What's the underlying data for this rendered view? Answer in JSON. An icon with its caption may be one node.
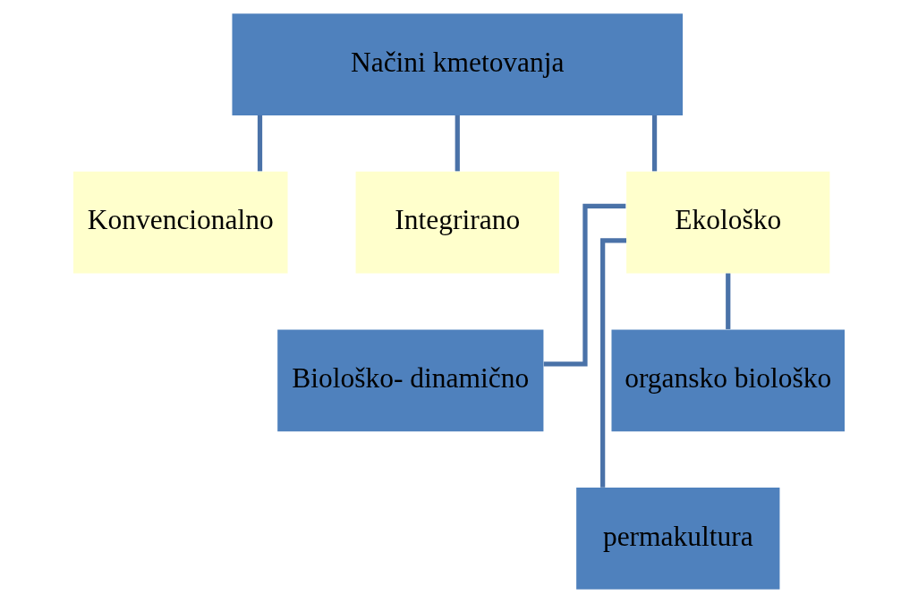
{
  "diagram": {
    "nodes": [
      {
        "text": [
          "Načini kmetovanja"
        ]
      },
      {
        "text": [
          "Konvencionalno"
        ]
      },
      {
        "text": [
          "Integrirano"
        ]
      },
      {
        "text": [
          "Ekološko"
        ]
      },
      {
        "text": [
          "Biološko- dinamično"
        ]
      },
      {
        "text": [
          "organsko biološko"
        ]
      },
      {
        "text": [
          "permakultura"
        ]
      }
    ],
    "edges": [
      {
        "from": 0,
        "to": 1,
        "arrow": "none"
      },
      {
        "from": 0,
        "to": 2,
        "arrow": "none"
      },
      {
        "from": 0,
        "to": 3,
        "arrow": "none"
      },
      {
        "from": 3,
        "to": 4,
        "arrow": "none"
      },
      {
        "from": 3,
        "to": 5,
        "arrow": "none"
      },
      {
        "from": 3,
        "to": 6,
        "arrow": "none"
      }
    ]
  }
}
